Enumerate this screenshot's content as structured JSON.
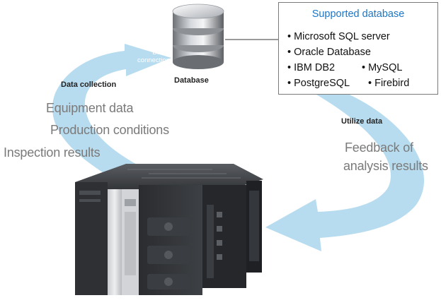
{
  "labels": {
    "data_collection": "Data collection",
    "direct_connection_line1": "Direct",
    "direct_connection_line2": "connection",
    "database": "Database",
    "utilize_data": "Utilize data"
  },
  "collection_items": {
    "equipment_data": "Equipment data",
    "production_conditions": "Production conditions",
    "inspection_results": "Inspection results"
  },
  "feedback": {
    "line1": "Feedback of",
    "line2": "analysis results"
  },
  "supported_box": {
    "title": "Supported database",
    "items": [
      "• Microsoft SQL server",
      "• Oracle Database",
      "• IBM DB2",
      "• MySQL",
      "• PostgreSQL",
      "• Firebird"
    ]
  },
  "colors": {
    "arrow": "#b8dcef",
    "title_blue": "#1a76c8",
    "box_border": "#7a7a7a",
    "light_text": "#7a7a7a"
  },
  "icons": {
    "database": "database-cylinder-icon",
    "controller": "plc-controller-image"
  }
}
